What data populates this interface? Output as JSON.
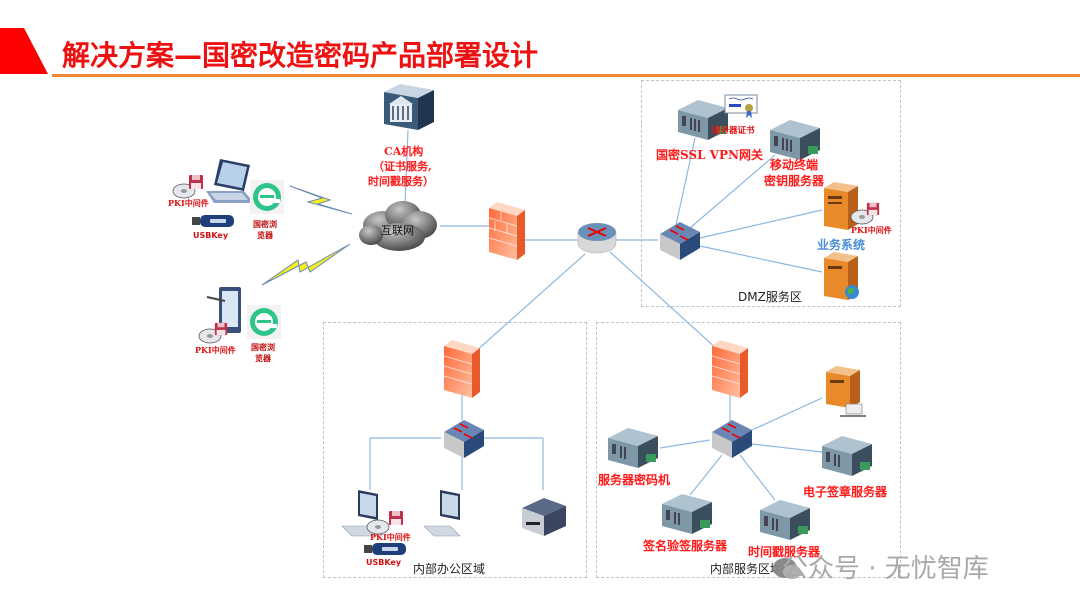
{
  "header": {
    "title": "解决方案—国密改造密码产品部署设计",
    "accent_color": "#ff0000",
    "underline_color": "#f0883a"
  },
  "external": {
    "ca": {
      "line1": "CA机构",
      "line2": "（证书服务,",
      "line3": "时间戳服务）"
    },
    "internet_label": "互联网",
    "laptop_client": {
      "pki_label": "PKI中间件",
      "usbkey_label": "USBKey",
      "browser_label_1": "国密浏",
      "browser_label_2": "览器"
    },
    "mobile_client": {
      "pki_label": "PKI中间件",
      "browser_label_1": "国密浏",
      "browser_label_2": "览器"
    }
  },
  "dmz": {
    "zone_label": "DMZ服务区",
    "vpn_gateway_label": "国密SSL VPN网关",
    "server_cert_label": "服务器证书",
    "mobile_key_server_line1": "移动终端",
    "mobile_key_server_line2": "密钥服务器",
    "business_system_label": "业务系统",
    "business_pki_label": "PKI中间件"
  },
  "office": {
    "zone_label": "内部办公区域",
    "pki_label": "PKI中间件",
    "usbkey_label": "USBKey"
  },
  "service": {
    "zone_label": "内部服务区域",
    "crypto_machine_label": "服务器密码机",
    "sign_verify_label": "签名验签服务器",
    "timestamp_label": "时间戳服务器",
    "e_seal_label": "电子签章服务器"
  },
  "watermark": {
    "text": "公众号 · 无忧智库"
  }
}
